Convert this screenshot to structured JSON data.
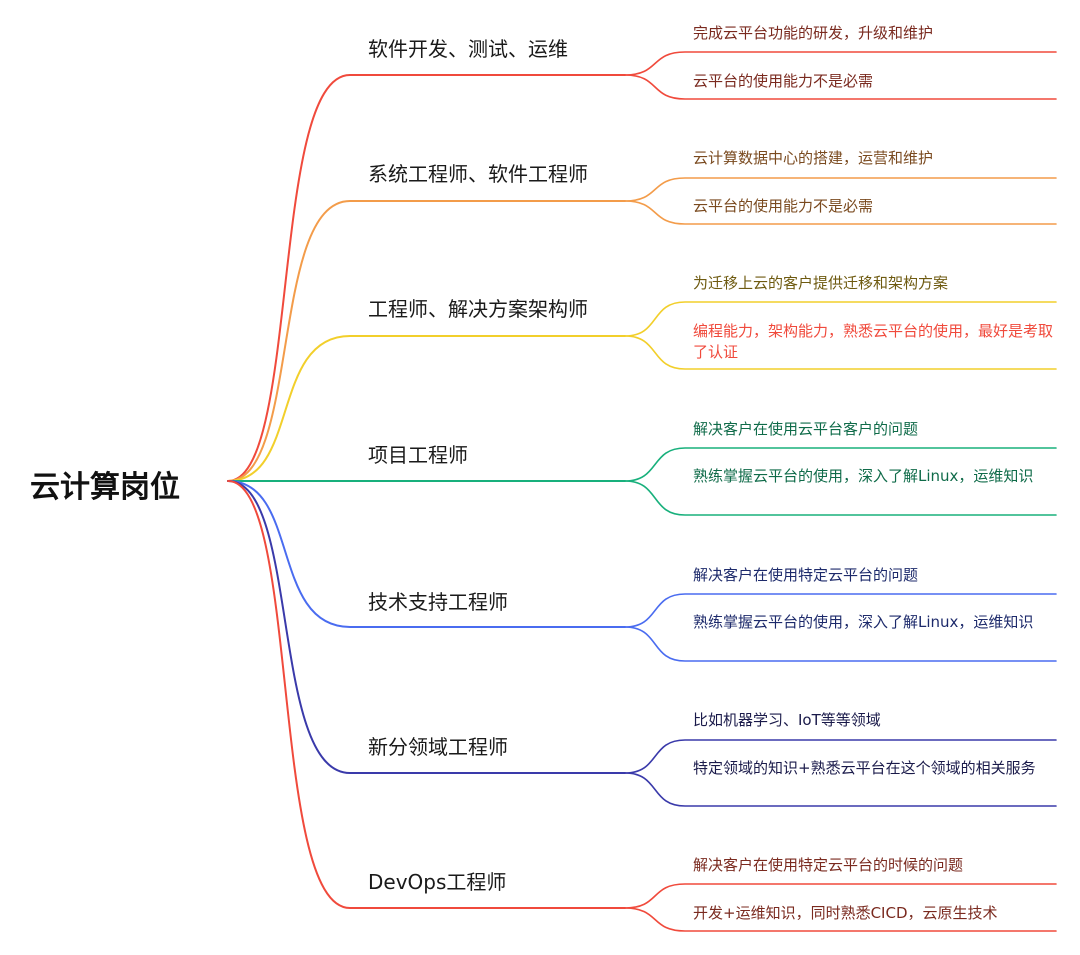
{
  "root": {
    "label": "云计算岗位"
  },
  "branches": [
    {
      "label": "软件开发、测试、运维",
      "color": "#f04a3c",
      "leaves": [
        {
          "text": "完成云平台功能的研发，升级和维护",
          "color": "#7a2a1f"
        },
        {
          "text": "云平台的使用能力不是必需",
          "color": "#7a2a1f"
        }
      ]
    },
    {
      "label": "系统工程师、软件工程师",
      "color": "#f39c4a",
      "leaves": [
        {
          "text": "云计算数据中心的搭建，运营和维护",
          "color": "#7a4a1f"
        },
        {
          "text": "云平台的使用能力不是必需",
          "color": "#7a4a1f"
        }
      ]
    },
    {
      "label": "工程师、解决方案架构师",
      "color": "#f2cf2b",
      "leaves": [
        {
          "text": "为迁移上云的客户提供迁移和架构方案",
          "color": "#6e5a10"
        },
        {
          "text": "编程能力，架构能力，熟悉云平台的使用，最好是考取了认证",
          "color": "#f04a3c"
        }
      ]
    },
    {
      "label": "项目工程师",
      "color": "#18b07c",
      "leaves": [
        {
          "text": "解决客户在使用云平台客户的问题",
          "color": "#0f6b49"
        },
        {
          "text": "熟练掌握云平台的使用，深入了解Linux，运维知识",
          "color": "#0f6b49"
        }
      ]
    },
    {
      "label": "技术支持工程师",
      "color": "#4a6cf0",
      "leaves": [
        {
          "text": "解决客户在使用特定云平台的问题",
          "color": "#1d2a6b"
        },
        {
          "text": "熟练掌握云平台的使用，深入了解Linux，运维知识",
          "color": "#1d2a6b"
        }
      ]
    },
    {
      "label": "新分领域工程师",
      "color": "#3a3aaa",
      "leaves": [
        {
          "text": "比如机器学习、IoT等等领域",
          "color": "#1a1a4a"
        },
        {
          "text": "特定领域的知识+熟悉云平台在这个领域的相关服务",
          "color": "#1a1a4a"
        }
      ]
    },
    {
      "label": "DevOps工程师",
      "color": "#f04a3c",
      "leaves": [
        {
          "text": "解决客户在使用特定云平台的时候的问题",
          "color": "#7a2a1f"
        },
        {
          "text": "开发+运维知识，同时熟悉CICD，云原生技术",
          "color": "#7a2a1f"
        }
      ]
    }
  ]
}
